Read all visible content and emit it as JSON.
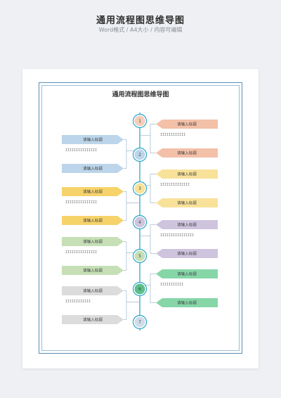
{
  "header": {
    "title": "通用流程图思维导图",
    "subtitle": "Word格式 / A4大小 / 内容可编辑"
  },
  "document": {
    "title": "通用流程图思维导图"
  },
  "nodes": [
    {
      "number": "1",
      "color": "#f3c0a8",
      "side": "right",
      "top_label": "请输入标题",
      "placeholder": "IIIIIIIIIIII",
      "bottom_label": "请输入标题"
    },
    {
      "number": "2",
      "color": "#bcd5ea",
      "side": "left",
      "top_label": "请输入标题",
      "placeholder": "IIIIIIIIIIIIIII",
      "bottom_label": "请输入标题"
    },
    {
      "number": "3",
      "color": "#f8e29a",
      "side": "right",
      "top_label": "请输入标题",
      "placeholder": "IIIIIIIIIIIIII",
      "bottom_label": "请输入标题"
    },
    {
      "number": "4",
      "color": "#f6d36a",
      "side": "left",
      "top_label": "请输入标题",
      "placeholder": "IIIIIIIIIIIIIII",
      "bottom_label": "请输入标题"
    },
    {
      "number": "4",
      "color": "#cfc4de",
      "side": "right",
      "top_label": "请输入标题",
      "placeholder": "IIIIIIIIIIIIIIII",
      "bottom_label": "请输入标题"
    },
    {
      "number": "5",
      "color": "#c6dfb6",
      "side": "left",
      "top_label": "请输入标题",
      "placeholder": "IIIIIIIIIIIIIII",
      "bottom_label": "请输入标题"
    },
    {
      "number": "6",
      "color": "#86d6a8",
      "side": "right",
      "top_label": "请输入标题",
      "placeholder": "IIIIIIIIIII",
      "bottom_label": "请输入标题"
    },
    {
      "number": "7",
      "color": "#dcdcdc",
      "side": "left",
      "top_label": "请输入标题",
      "placeholder": "IIIIIIIIIIII",
      "bottom_label": "请输入标题"
    }
  ],
  "circles": [
    {
      "number": "1",
      "color": "#f7cdbb"
    },
    {
      "number": "2",
      "color": "#bcd5ea"
    },
    {
      "number": "3",
      "color": "#f8e29a"
    },
    {
      "number": "4",
      "color": "#cfc4de"
    },
    {
      "number": "5",
      "color": "#c6dfb6"
    },
    {
      "number": "6",
      "color": "#5cbf8a"
    },
    {
      "number": "7",
      "color": "#cfdde8"
    }
  ],
  "colors": {
    "spine": "#2aa6c9",
    "frame": "#5a8fb4"
  }
}
